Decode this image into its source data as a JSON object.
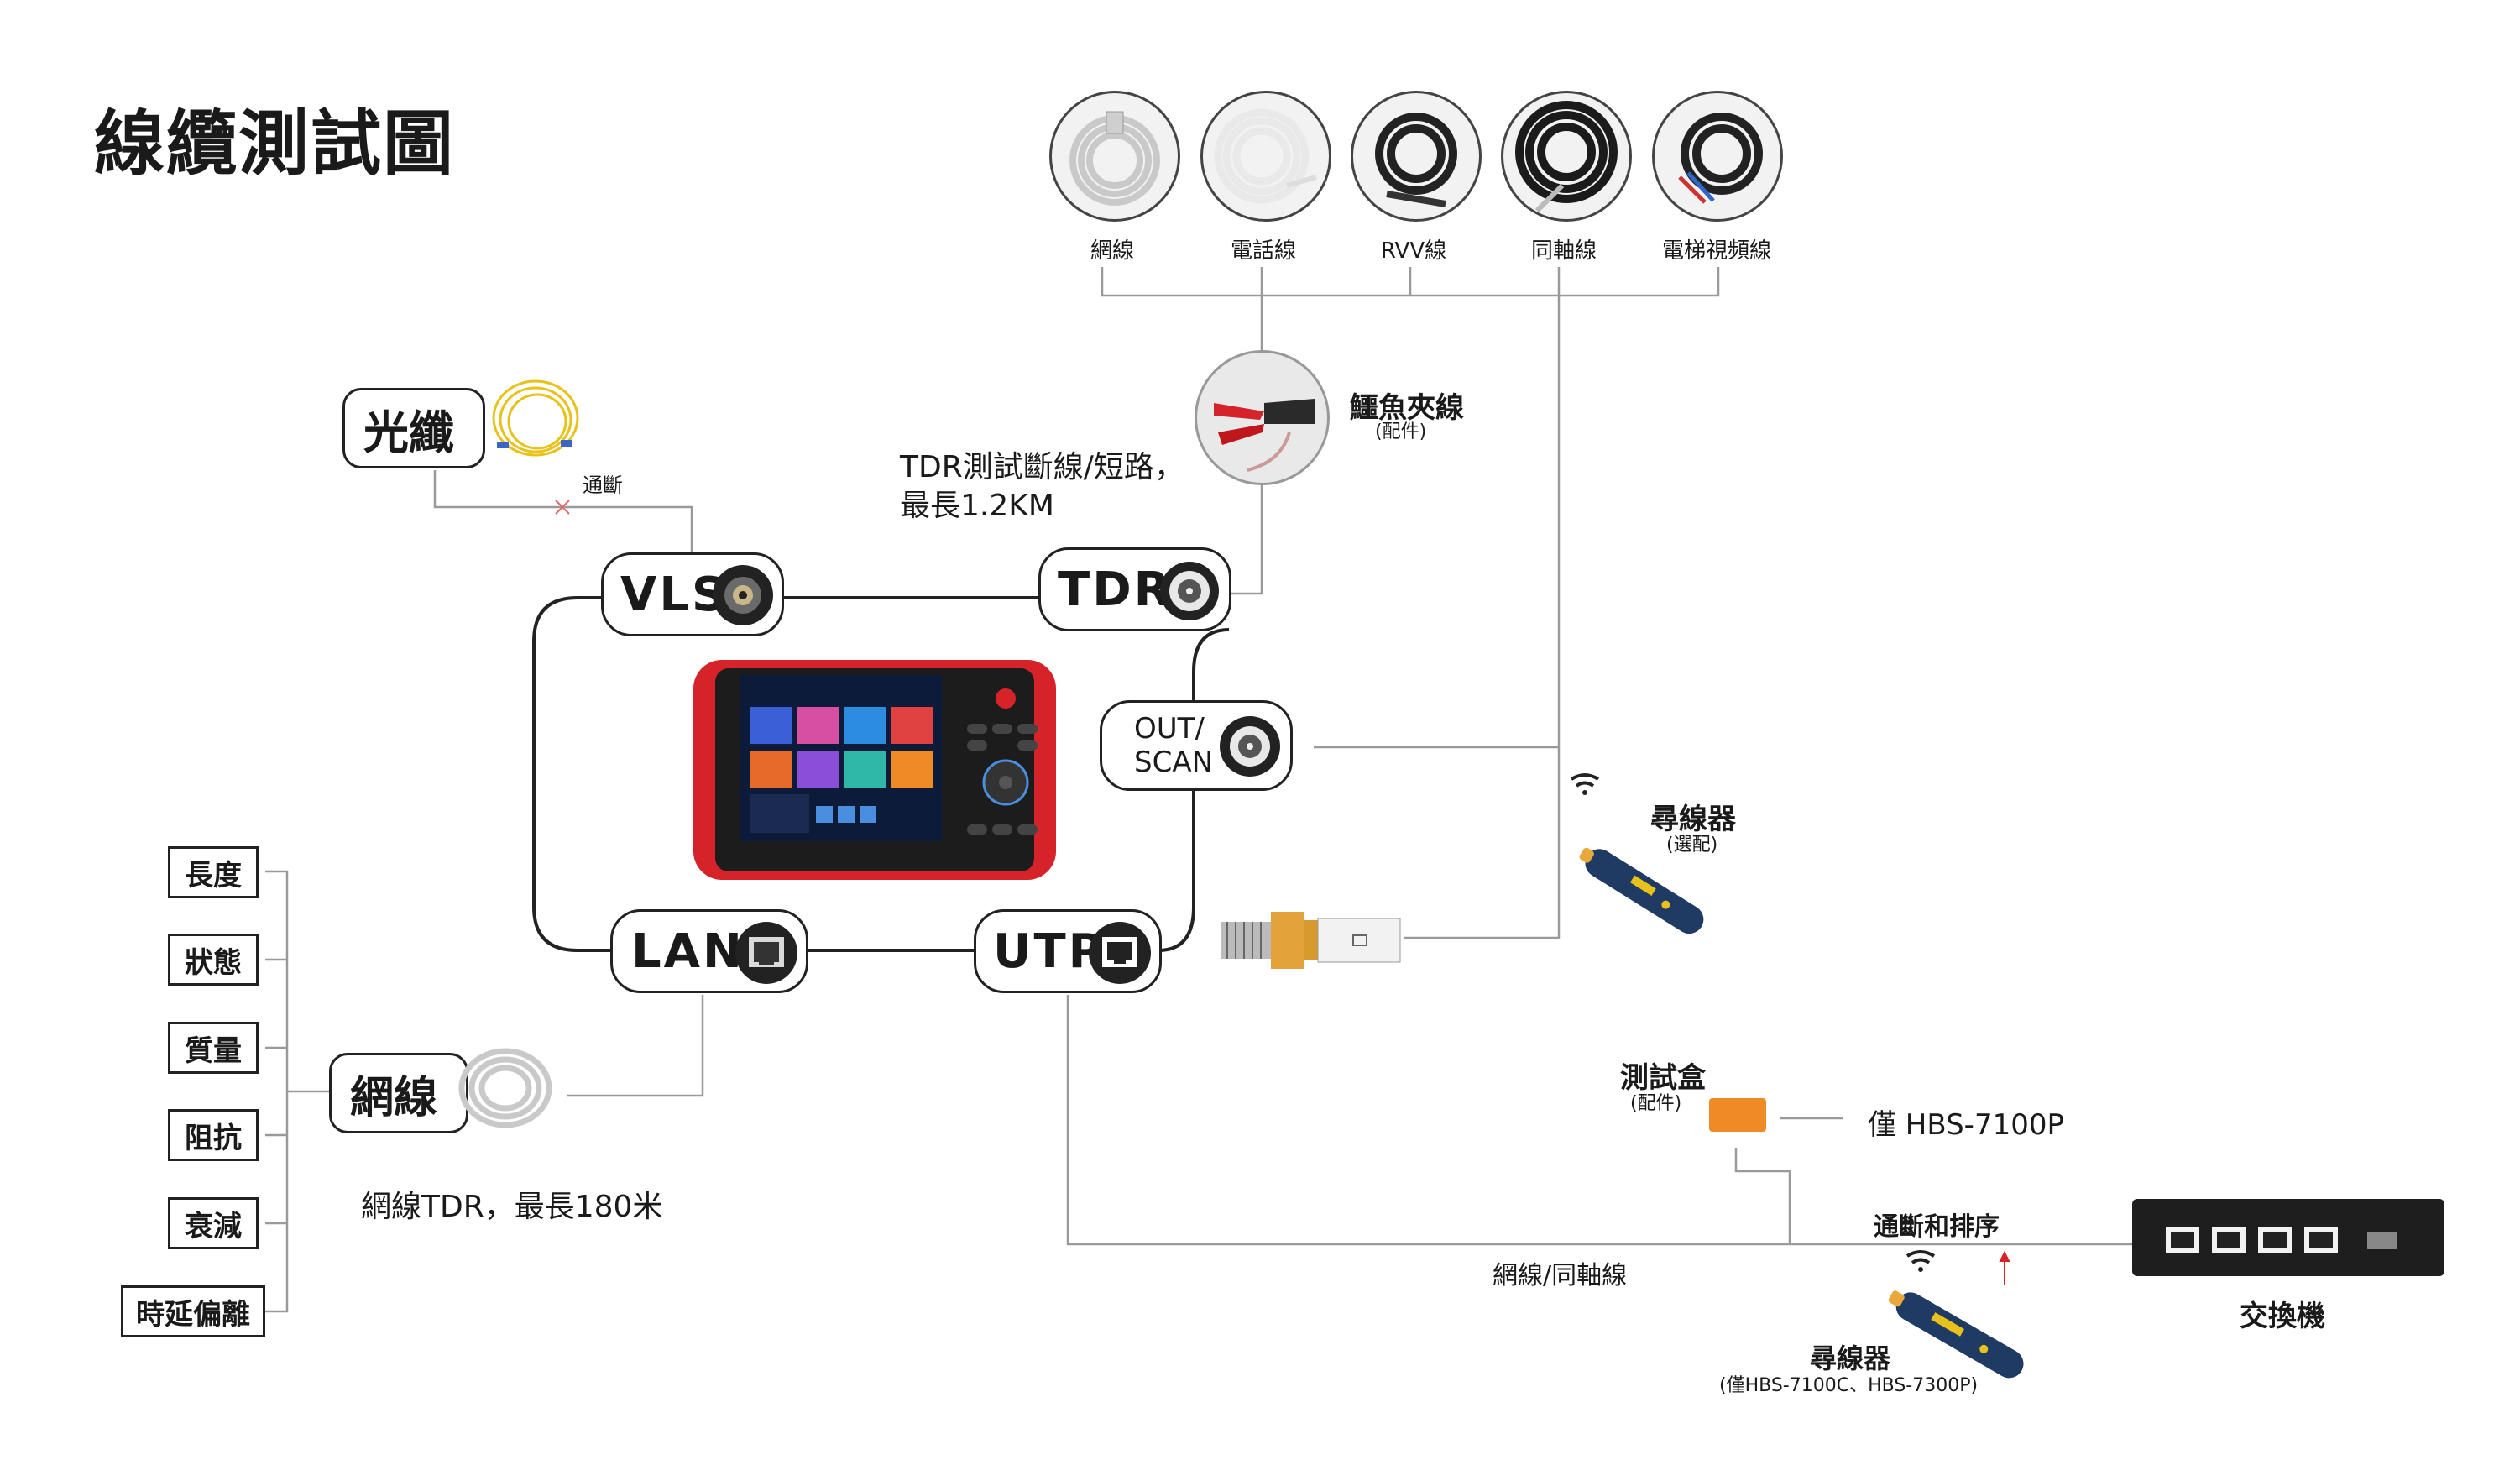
{
  "title": "線纜測試圖",
  "cables": [
    {
      "label": "網線",
      "icon": "network-cable-icon"
    },
    {
      "label": "電話線",
      "icon": "telephone-cable-icon"
    },
    {
      "label": "RVV線",
      "icon": "rvv-cable-icon"
    },
    {
      "label": "同軸線",
      "icon": "coaxial-cable-icon"
    },
    {
      "label": "電梯視頻線",
      "icon": "elevator-video-cable-icon"
    }
  ],
  "alligator": {
    "label": "鱷魚夾線",
    "note": "(配件)"
  },
  "fiber": {
    "label": "光纖",
    "note": "通斷"
  },
  "tdr_desc": {
    "line1": "TDR測試斷線/短路，",
    "line2": "最長1.2KM"
  },
  "ports": {
    "vls": "VLS",
    "tdr": "TDR",
    "out_scan_1": "OUT/",
    "out_scan_2": "SCAN",
    "lan": "LAN",
    "utp": "UTP"
  },
  "finder_optional": {
    "label": "尋線器",
    "note": "(選配)"
  },
  "attributes": [
    "長度",
    "狀態",
    "質量",
    "阻抗",
    "衰減",
    "時延偏離"
  ],
  "network_cable": {
    "label": "網線",
    "desc": "網線TDR，最長180米"
  },
  "test_box": {
    "label": "測試盒",
    "note": "(配件)",
    "model": "僅 HBS-7100P"
  },
  "continuity": "通斷和排序",
  "bottom_cable": "網線/同軸線",
  "switch": {
    "label": "交換機"
  },
  "finder_bottom": {
    "label": "尋線器",
    "note": "(僅HBS-7100C、HBS-7300P)"
  },
  "colors": {
    "device_red": "#d6232a",
    "line": "#999999",
    "frame": "#222222",
    "test_box": "#f08a24",
    "pen_blue": "#1f3b63"
  }
}
